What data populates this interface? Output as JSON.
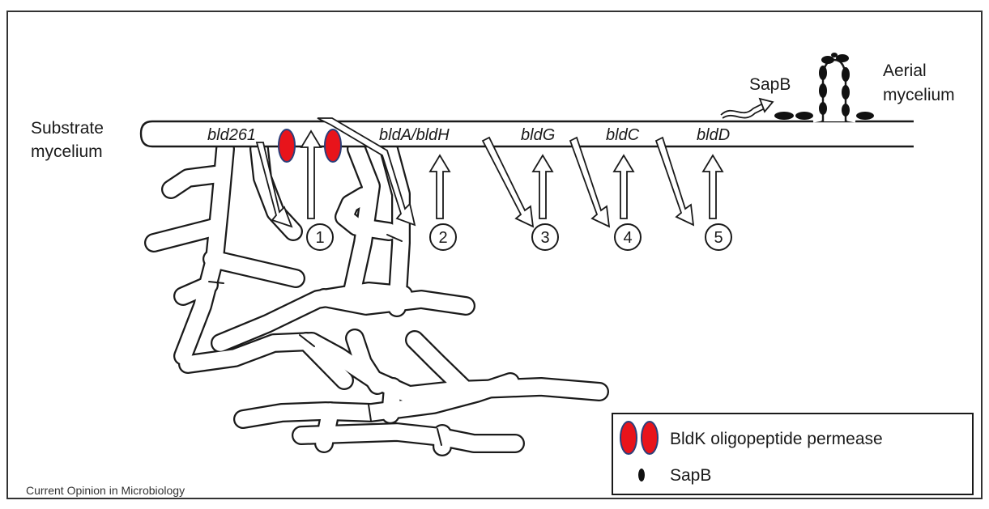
{
  "labels": {
    "substrate_line1": "Substrate",
    "substrate_line2": "mycelium",
    "aerial_line1": "Aerial",
    "aerial_line2": "mycelium",
    "sapb_top": "SapB"
  },
  "genes": [
    "bld261",
    "bldA/bldH",
    "bldG",
    "bldC",
    "bldD"
  ],
  "signals": [
    "1",
    "2",
    "3",
    "4",
    "5"
  ],
  "legend": {
    "permease_label": "BldK oligopeptide permease",
    "sapb_label": "SapB"
  },
  "credit": "Current Opinion in Microbiology",
  "colors": {
    "permease_fill": "#e8141b",
    "permease_stroke": "#2c3f7a",
    "sapb_fill": "#111111",
    "ink": "#1a1a1a"
  }
}
